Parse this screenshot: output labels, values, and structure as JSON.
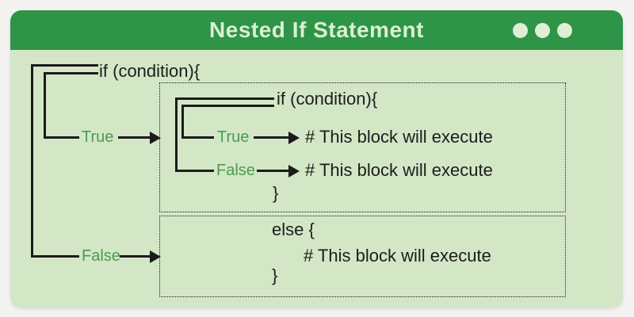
{
  "window": {
    "title": "Nested If Statement",
    "controls": {
      "dot_count": 3
    }
  },
  "colors": {
    "header_green": "#2e9447",
    "body_green": "#d3e7c6",
    "label_green": "#4a9b52",
    "line_black": "#1b1b1b",
    "title_text": "#dcefd2",
    "page_background": "#f5f3f2"
  },
  "diagram": {
    "outer": {
      "if_label": "if (condition){",
      "true_label": "True",
      "false_label": "False"
    },
    "nested_if_box": {
      "if_label": "if (condition){",
      "true_label": "True",
      "true_result": "# This block will execute",
      "false_label": "False",
      "false_result": "# This block will execute",
      "closing_brace": "}"
    },
    "else_box": {
      "else_label": "else {",
      "body": "# This block will execute",
      "closing_brace": "}"
    }
  }
}
